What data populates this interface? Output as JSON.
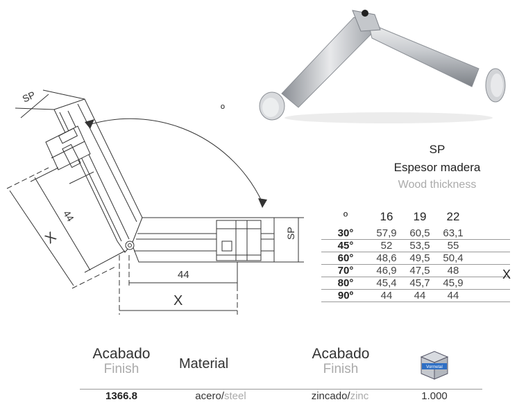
{
  "drawing": {
    "label_sp_left": "SP",
    "label_degree": "º",
    "label_44_diag": "44",
    "label_x_diag": "X",
    "label_sp_right": "SP",
    "label_44_horiz": "44",
    "label_x_horiz": "X"
  },
  "sp_header": {
    "title": "SP",
    "es": "Espesor madera",
    "en": "Wood thickness"
  },
  "angle_table": {
    "corner": "º",
    "thicknesses": [
      "16",
      "19",
      "22"
    ],
    "rows": [
      {
        "angle": "30°",
        "v16": "57,9",
        "v19": "60,5",
        "v22": "63,1"
      },
      {
        "angle": "45°",
        "v16": "52",
        "v19": "53,5",
        "v22": "55"
      },
      {
        "angle": "60°",
        "v16": "48,6",
        "v19": "49,5",
        "v22": "50,4"
      },
      {
        "angle": "70°",
        "v16": "46,9",
        "v19": "47,5",
        "v22": "48"
      },
      {
        "angle": "80°",
        "v16": "45,4",
        "v19": "45,7",
        "v22": "45,9"
      },
      {
        "angle": "90º",
        "v16": "44",
        "v19": "44",
        "v22": "44"
      }
    ],
    "side_label": "X"
  },
  "finish_table": {
    "h1_es": "Acabado",
    "h1_en": "Finish",
    "h2": "Material",
    "h3_es": "Acabado",
    "h3_en": "Finish",
    "box_icon": "box-icon",
    "box_brand": "Vormetal",
    "code": "1366.8",
    "material_es": "acero/",
    "material_en": "steel",
    "finish_es": "zincado/",
    "finish_en": "zinc",
    "quantity": "1.000"
  }
}
